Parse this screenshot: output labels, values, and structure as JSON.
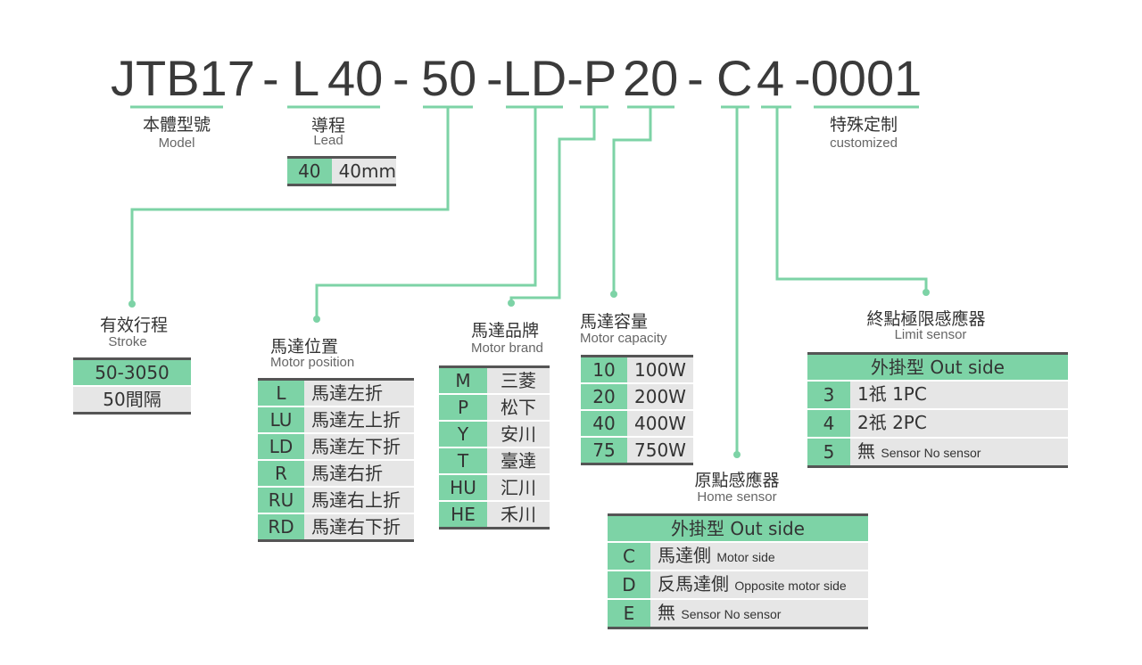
{
  "model_code": {
    "parts": [
      "JTB17",
      "-",
      "L",
      "40",
      "-",
      "50",
      "-LD-P",
      "20",
      "-",
      "C",
      "4",
      "-0001"
    ]
  },
  "model": {
    "zh": "本體型號",
    "en": "Model"
  },
  "lead": {
    "zh": "導程",
    "en": "Lead",
    "rows": [
      {
        "code": "40",
        "value": "40mm"
      }
    ]
  },
  "customized": {
    "zh": "特殊定制",
    "en": "customized"
  },
  "stroke": {
    "zh": "有效行程",
    "en": "Stroke",
    "rows": [
      {
        "value": "50-3050"
      },
      {
        "value": "50間隔"
      }
    ]
  },
  "motor_position": {
    "zh": "馬達位置",
    "en": "Motor position",
    "rows": [
      {
        "code": "L",
        "value": "馬達左折"
      },
      {
        "code": "LU",
        "value": "馬達左上折"
      },
      {
        "code": "LD",
        "value": "馬達左下折"
      },
      {
        "code": "R",
        "value": "馬達右折"
      },
      {
        "code": "RU",
        "value": "馬達右上折"
      },
      {
        "code": "RD",
        "value": "馬達右下折"
      }
    ]
  },
  "motor_brand": {
    "zh": "馬達品牌",
    "en": "Motor brand",
    "rows": [
      {
        "code": "M",
        "value": "三菱"
      },
      {
        "code": "P",
        "value": "松下"
      },
      {
        "code": "Y",
        "value": "安川"
      },
      {
        "code": "T",
        "value": "臺達"
      },
      {
        "code": "HU",
        "value": "汇川"
      },
      {
        "code": "HE",
        "value": "禾川"
      }
    ]
  },
  "motor_capacity": {
    "zh": "馬達容量",
    "en": "Motor capacity",
    "rows": [
      {
        "code": "10",
        "value": "100W"
      },
      {
        "code": "20",
        "value": "200W"
      },
      {
        "code": "40",
        "value": "400W"
      },
      {
        "code": "75",
        "value": "750W"
      }
    ]
  },
  "home_sensor": {
    "zh": "原點感應器",
    "en": "Home sensor",
    "header": "外掛型 Out side",
    "rows": [
      {
        "code": "C",
        "value": "馬達側",
        "note": "Motor side"
      },
      {
        "code": "D",
        "value": "反馬達側",
        "note": "Opposite motor side"
      },
      {
        "code": "E",
        "value": "無",
        "note": "Sensor No sensor"
      }
    ]
  },
  "limit_sensor": {
    "zh": "終點極限感應器",
    "en": "Limit sensor",
    "header": "外掛型 Out side",
    "rows": [
      {
        "code": "3",
        "value": "1祇 1PC",
        "note": ""
      },
      {
        "code": "4",
        "value": "2祇 2PC",
        "note": ""
      },
      {
        "code": "5",
        "value": "無",
        "note": "Sensor No sensor"
      }
    ]
  },
  "colors": {
    "accent": "#7dd3a6",
    "cell": "#e6e6e6",
    "rule": "#555555",
    "line": "#7dd3a6"
  }
}
